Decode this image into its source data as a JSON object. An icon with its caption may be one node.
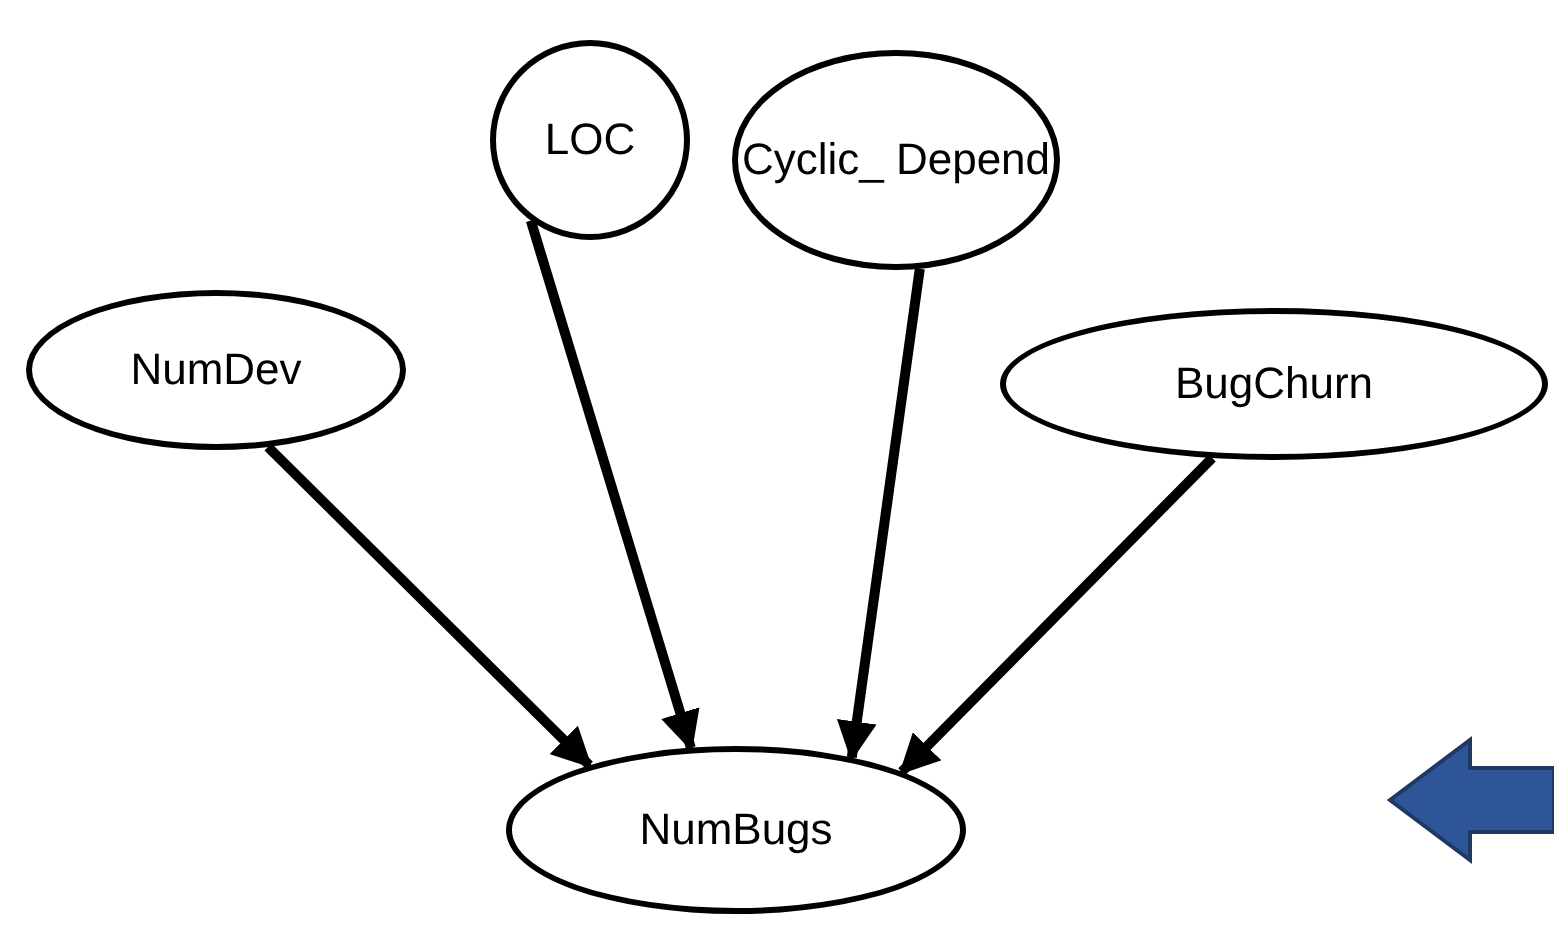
{
  "diagram": {
    "nodes": [
      {
        "text": [
          "LOC"
        ]
      },
      {
        "text": [
          "Cyclic_ Depend"
        ]
      },
      {
        "text": [
          "NumDev"
        ]
      },
      {
        "text": [
          "BugChurn"
        ]
      },
      {
        "text": [
          "NumBugs"
        ]
      }
    ],
    "edges": [
      {
        "from": 2,
        "to": 4,
        "arrow": "to"
      },
      {
        "from": 0,
        "to": 4,
        "arrow": "to"
      },
      {
        "from": 1,
        "to": 4,
        "arrow": "to"
      },
      {
        "from": 3,
        "to": 4,
        "arrow": "to"
      }
    ]
  }
}
